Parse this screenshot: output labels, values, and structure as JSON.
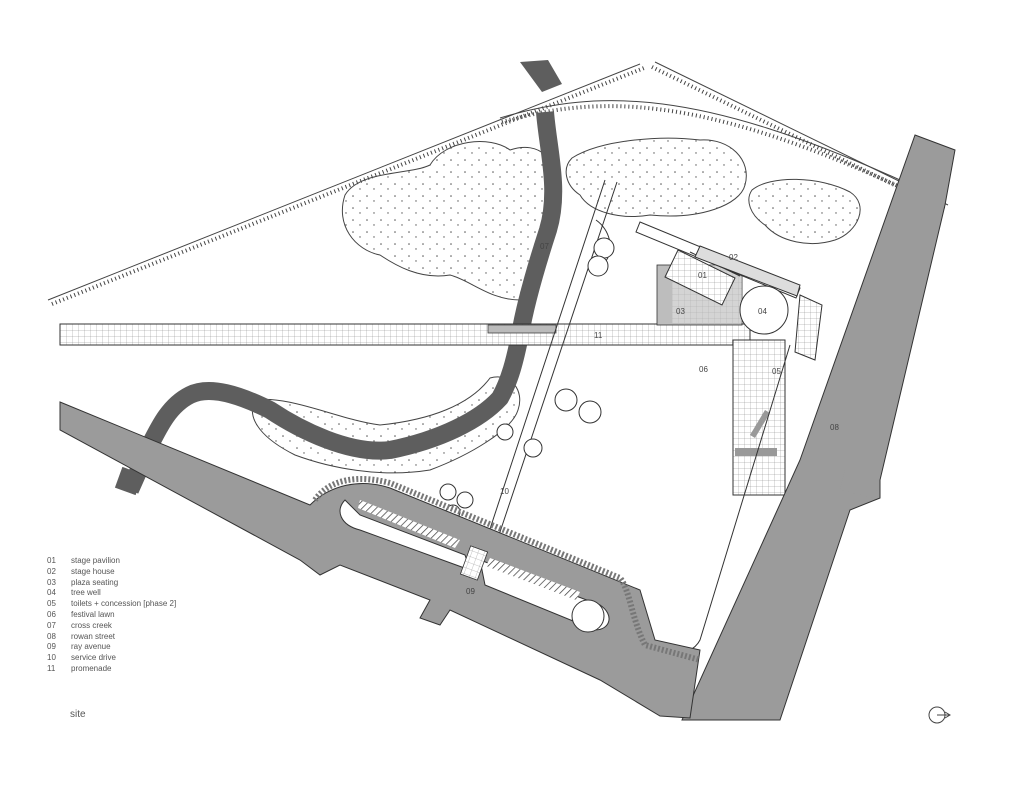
{
  "plan_labels": {
    "l01": "01",
    "l02": "02",
    "l03": "03",
    "l04": "04",
    "l05": "05",
    "l06": "06",
    "l07": "07",
    "l08": "08",
    "l09": "09",
    "l10": "10",
    "l11": "11"
  },
  "legend": [
    {
      "code": "01",
      "label": "stage pavilion"
    },
    {
      "code": "02",
      "label": "stage house"
    },
    {
      "code": "03",
      "label": "plaza seating"
    },
    {
      "code": "04",
      "label": "tree well"
    },
    {
      "code": "05",
      "label": "toilets + concession [phase 2]"
    },
    {
      "code": "06",
      "label": "festival lawn"
    },
    {
      "code": "07",
      "label": "cross creek"
    },
    {
      "code": "08",
      "label": "rowan street"
    },
    {
      "code": "09",
      "label": "ray avenue"
    },
    {
      "code": "10",
      "label": "service drive"
    },
    {
      "code": "11",
      "label": "promenade"
    }
  ],
  "caption": "site",
  "colors": {
    "road": "#9b9b9b",
    "creek": "#5e5e5e",
    "line": "#333333",
    "grid": "#777777"
  },
  "icons": {
    "north": "north-arrow-icon"
  }
}
